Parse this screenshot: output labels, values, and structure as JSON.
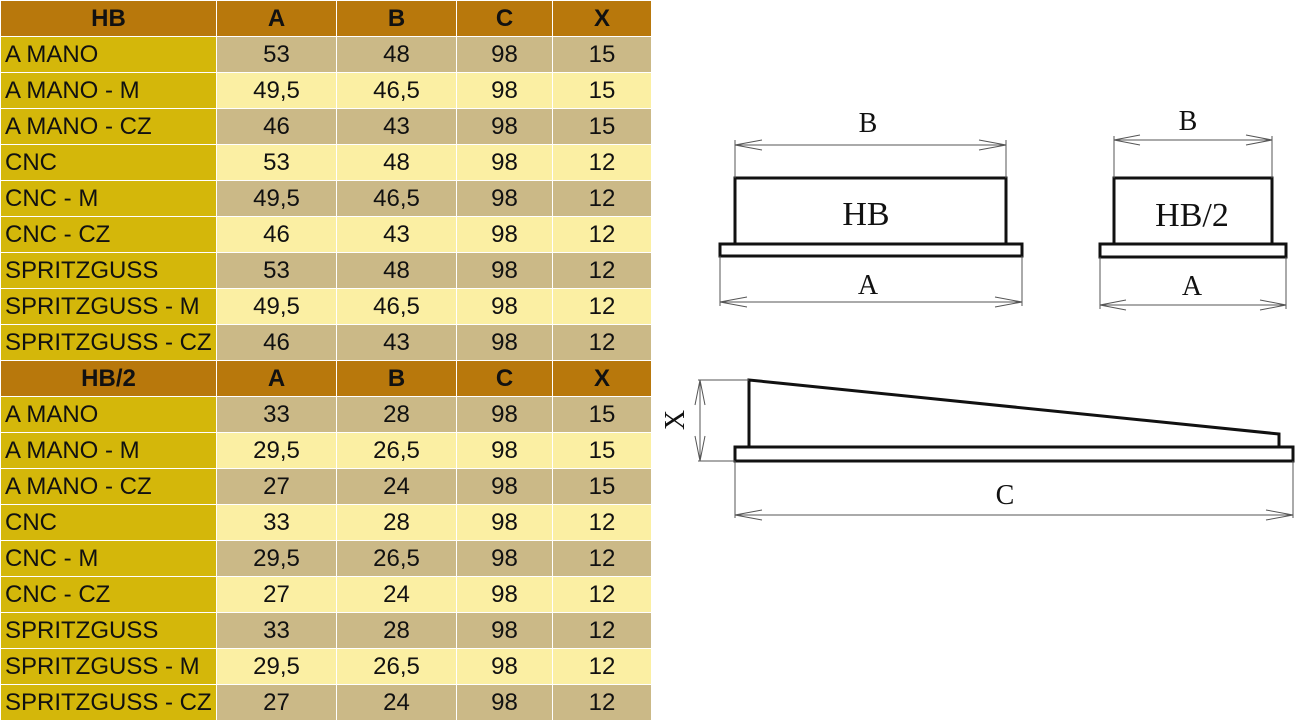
{
  "tables": [
    {
      "header": [
        "HB",
        "A",
        "B",
        "C",
        "X"
      ],
      "rows": [
        [
          "A MANO",
          "53",
          "48",
          "98",
          "15"
        ],
        [
          "A MANO - M",
          "49,5",
          "46,5",
          "98",
          "15"
        ],
        [
          "A MANO - CZ",
          "46",
          "43",
          "98",
          "15"
        ],
        [
          "CNC",
          "53",
          "48",
          "98",
          "12"
        ],
        [
          "CNC - M",
          "49,5",
          "46,5",
          "98",
          "12"
        ],
        [
          "CNC - CZ",
          "46",
          "43",
          "98",
          "12"
        ],
        [
          "SPRITZGUSS",
          "53",
          "48",
          "98",
          "12"
        ],
        [
          "SPRITZGUSS - M",
          "49,5",
          "46,5",
          "98",
          "12"
        ],
        [
          "SPRITZGUSS - CZ",
          "46",
          "43",
          "98",
          "12"
        ]
      ]
    },
    {
      "header": [
        "HB/2",
        "A",
        "B",
        "C",
        "X"
      ],
      "rows": [
        [
          "A MANO",
          "33",
          "28",
          "98",
          "15"
        ],
        [
          "A MANO - M",
          "29,5",
          "26,5",
          "98",
          "15"
        ],
        [
          "A MANO - CZ",
          "27",
          "24",
          "98",
          "15"
        ],
        [
          "CNC",
          "33",
          "28",
          "98",
          "12"
        ],
        [
          "CNC - M",
          "29,5",
          "26,5",
          "98",
          "12"
        ],
        [
          "CNC - CZ",
          "27",
          "24",
          "98",
          "12"
        ],
        [
          "SPRITZGUSS",
          "33",
          "28",
          "98",
          "12"
        ],
        [
          "SPRITZGUSS - M",
          "29,5",
          "26,5",
          "98",
          "12"
        ],
        [
          "SPRITZGUSS - CZ",
          "27",
          "24",
          "98",
          "12"
        ]
      ]
    }
  ],
  "diagram": {
    "hb": {
      "label": "HB",
      "dim_top": "B",
      "dim_bottom": "A"
    },
    "hb2": {
      "label": "HB/2",
      "dim_top": "B",
      "dim_bottom": "A"
    },
    "side": {
      "dim_height": "X",
      "dim_length": "C"
    }
  },
  "colors": {
    "header": "#b8780c",
    "label": "#d4b70a",
    "row_dark": "#cbb987",
    "row_light": "#fbefa3"
  }
}
